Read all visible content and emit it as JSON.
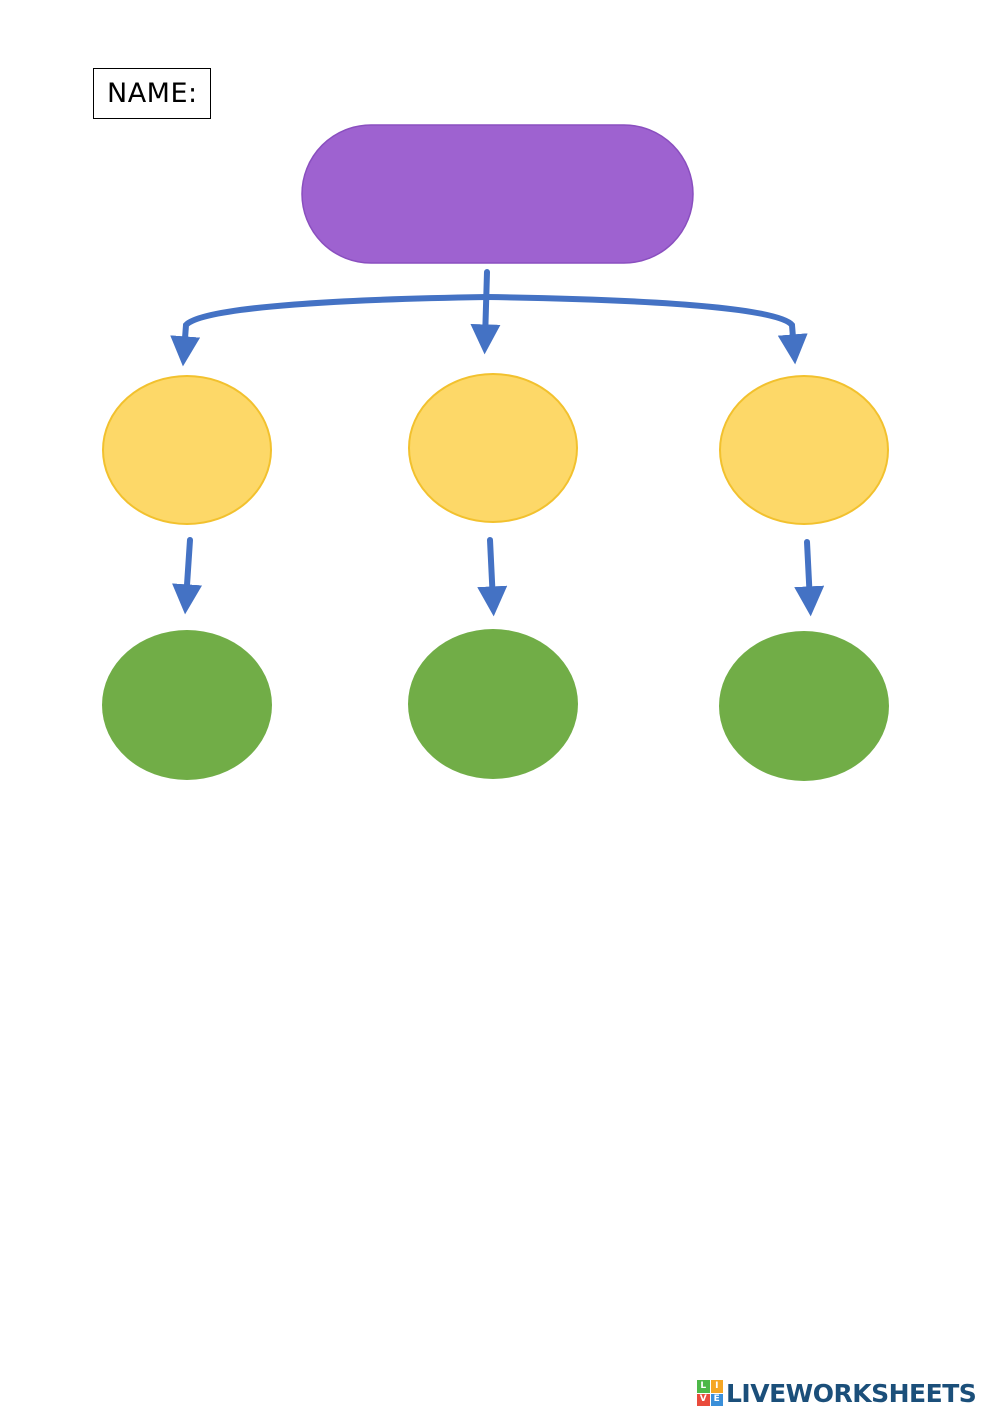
{
  "name_label": "NAME:",
  "colors": {
    "purple": "#9e62d0",
    "purple_stroke": "#8a4fbf",
    "yellow": "#fdd868",
    "yellow_stroke": "#f2c12e",
    "green": "#71ad47",
    "arrow": "#4472c4"
  },
  "diagram": {
    "root": "",
    "level1": [
      "",
      "",
      ""
    ],
    "level2": [
      "",
      "",
      ""
    ]
  },
  "logo": {
    "text": "LIVEWORKSHEETS",
    "mark": [
      "L",
      "I",
      "V",
      "E"
    ],
    "mark_colors": [
      "#4db848",
      "#f5a623",
      "#e94b3c",
      "#3a8fd9"
    ]
  }
}
